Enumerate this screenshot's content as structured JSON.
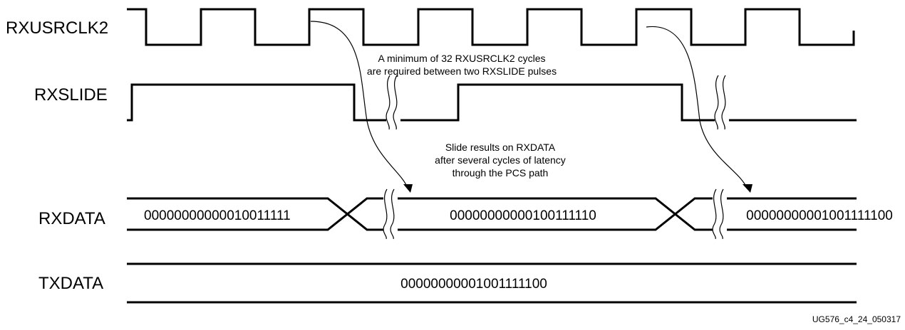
{
  "signals": {
    "rxusrclk2": "RXUSRCLK2",
    "rxslide": "RXSLIDE",
    "rxdata": "RXDATA",
    "txdata": "TXDATA"
  },
  "rxdata_values": {
    "first": "00000000000010011111",
    "second": "00000000000100111110",
    "third": "00000000001001111100"
  },
  "txdata_value": "00000000001001111100",
  "annotations": {
    "slide_gap_line1": "A minimum of 32 RXUSRCLK2 cycles",
    "slide_gap_line2": "are required between two RXSLIDE pulses",
    "latency_line1": "Slide results on RXDATA",
    "latency_line2": "after several cycles of latency",
    "latency_line3": "through the PCS path"
  },
  "figure_id": "UG576_c4_24_050317"
}
